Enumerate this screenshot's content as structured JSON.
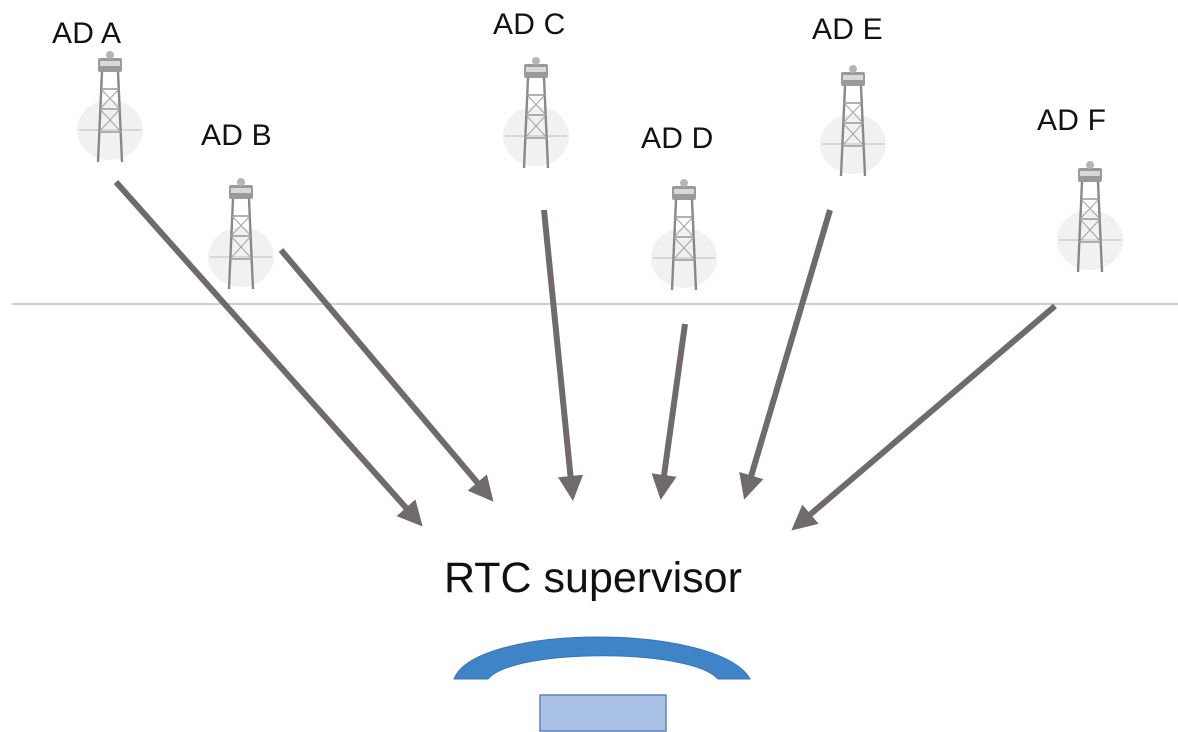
{
  "towers": [
    {
      "id": "a",
      "label": "AD A"
    },
    {
      "id": "b",
      "label": "AD B"
    },
    {
      "id": "c",
      "label": "AD C"
    },
    {
      "id": "d",
      "label": "AD D"
    },
    {
      "id": "e",
      "label": "AD E"
    },
    {
      "id": "f",
      "label": "AD F"
    }
  ],
  "supervisor": {
    "label": "RTC supervisor"
  },
  "colors": {
    "arrow": "#6f6b6b",
    "divider": "#bdbdbd",
    "headset": "#3f84c6",
    "console_fill": "#a9c1e4",
    "console_stroke": "#5a84c4",
    "tower": "#8a8a8a"
  },
  "icons": {
    "tower": "control-tower-icon",
    "headset": "headset-icon",
    "console": "console-icon"
  }
}
